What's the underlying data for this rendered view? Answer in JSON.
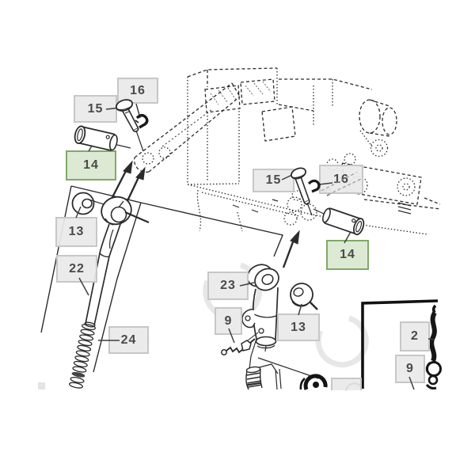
{
  "image": {
    "kind": "tractor hitch / lift link parts diagram",
    "background": "#ffffff"
  },
  "colors": {
    "line_art": "#2b2b2b",
    "label_text": "#4a4a4a",
    "gray_box_bg": "#e9e9e9",
    "gray_box_border": "#c7c7c7",
    "green_box_bg": "#dcead3",
    "green_box_border": "#81a868",
    "inset_border": "#111111",
    "watermark": "#e7e7e7"
  },
  "callouts": [
    {
      "id": "16-left",
      "text": "16",
      "style": "gray",
      "points_to": "retaining-clip-left"
    },
    {
      "id": "15-left",
      "text": "15",
      "style": "gray",
      "points_to": "lynch-pin-left"
    },
    {
      "id": "14-left",
      "text": "14",
      "style": "green",
      "points_to": "clevis-pin-left"
    },
    {
      "id": "13-left",
      "text": "13",
      "style": "gray",
      "points_to": "ball-socket"
    },
    {
      "id": "22",
      "text": "22",
      "style": "gray",
      "points_to": "lift-link-rod"
    },
    {
      "id": "24",
      "text": "24",
      "style": "gray",
      "points_to": "threaded-rod"
    },
    {
      "id": "15-right",
      "text": "15",
      "style": "gray",
      "points_to": "lynch-pin-right"
    },
    {
      "id": "16-right",
      "text": "16",
      "style": "gray",
      "points_to": "retaining-clip-right"
    },
    {
      "id": "14-right",
      "text": "14",
      "style": "green",
      "points_to": "clevis-pin-right"
    },
    {
      "id": "23",
      "text": "23",
      "style": "gray",
      "points_to": "link-end"
    },
    {
      "id": "9-left",
      "text": "9",
      "style": "gray",
      "points_to": "grease-fitting"
    },
    {
      "id": "13-right",
      "text": "13",
      "style": "gray",
      "points_to": "ball"
    },
    {
      "id": "2",
      "text": "2",
      "style": "gray",
      "points_to": "inset-part"
    },
    {
      "id": "9-right",
      "text": "9",
      "style": "gray",
      "points_to": "inset-fitting"
    }
  ]
}
